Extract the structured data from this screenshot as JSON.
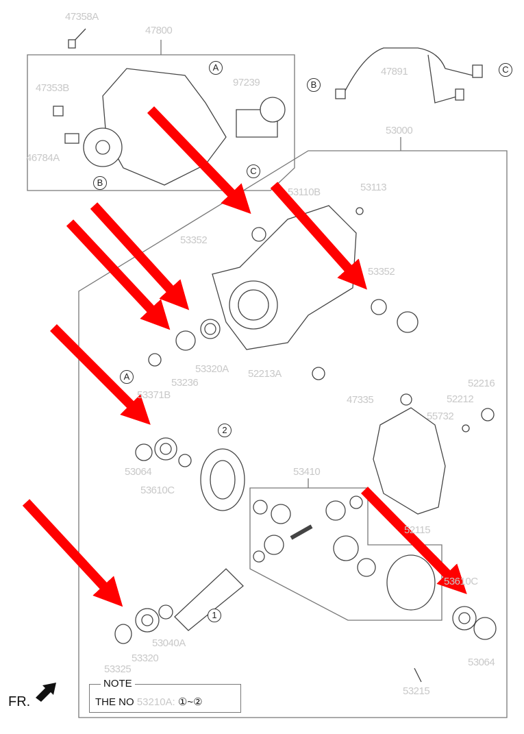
{
  "part_labels": {
    "p47358A": "47358A",
    "p47800": "47800",
    "p47353B": "47353B",
    "p97239": "97239",
    "p46784A": "46784A",
    "p47891": "47891",
    "p53000": "53000",
    "p53110B": "53110B",
    "p53113": "53113",
    "p53352a": "53352",
    "p53352b": "53352",
    "p53320A": "53320A",
    "p53236": "53236",
    "p53371B": "53371B",
    "p52213A": "52213A",
    "p47335": "47335",
    "p52216": "52216",
    "p52212": "52212",
    "p55732": "55732",
    "p53064a": "53064",
    "p53610Ca": "53610C",
    "p53410": "53410",
    "p52115": "52115",
    "p53610Cb": "53610C",
    "p53040A": "53040A",
    "p53320": "53320",
    "p53325": "53325",
    "p53064b": "53064",
    "p53215": "53215"
  },
  "callouts": {
    "A": "A",
    "B": "B",
    "C": "C",
    "one": "1",
    "two": "2"
  },
  "note": {
    "title": "NOTE",
    "text": "THE NO",
    "part": "53210A:",
    "range_start": "①",
    "sep": "~",
    "range_end": "②"
  },
  "front_indicator": "FR.",
  "colors": {
    "arrow": "#ff0000",
    "label": "#c8c8c8",
    "line": "#555555"
  }
}
